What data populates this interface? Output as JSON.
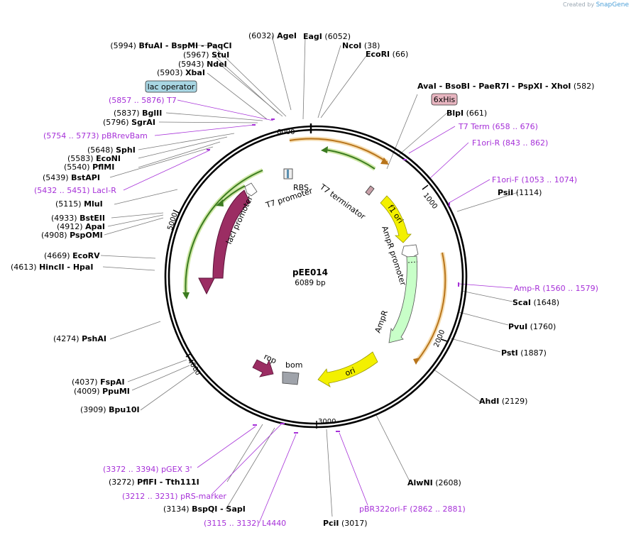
{
  "credit": {
    "created_by": "Created by",
    "product": "SnapGene"
  },
  "plasmid": {
    "name": "pEE014",
    "length": "6089 bp"
  },
  "ticks": [
    "1000",
    "2000",
    "3000",
    "4000",
    "5000",
    "6000"
  ],
  "sites": [
    {
      "name": "BfuAI - BspMI - PaqCI",
      "pos": "(5994)"
    },
    {
      "name": "AgeI",
      "pos": "(6032)"
    },
    {
      "name": "StuI",
      "pos": "(5967)"
    },
    {
      "name": "NdeI",
      "pos": "(5943)"
    },
    {
      "name": "XbaI",
      "pos": "(5903)"
    },
    {
      "name": "EagI",
      "pos": "(6052)"
    },
    {
      "name": "NcoI",
      "pos": "(38)"
    },
    {
      "name": "EcoRI",
      "pos": "(66)"
    },
    {
      "name": "AvaI - BsoBI - PaeR7I - PspXI - XhoI",
      "pos": "(582)"
    },
    {
      "name": "BlpI",
      "pos": "(661)"
    },
    {
      "name": "PsiI",
      "pos": "(1114)"
    },
    {
      "name": "ScaI",
      "pos": "(1648)"
    },
    {
      "name": "PvuI",
      "pos": "(1760)"
    },
    {
      "name": "PstI",
      "pos": "(1887)"
    },
    {
      "name": "AhdI",
      "pos": "(2129)"
    },
    {
      "name": "AlwNI",
      "pos": "(2608)"
    },
    {
      "name": "PciI",
      "pos": "(3017)"
    },
    {
      "name": "BspQI - SapI",
      "pos": "(3134)"
    },
    {
      "name": "PflFI - Tth111I",
      "pos": "(3272)"
    },
    {
      "name": "Bpu10I",
      "pos": "(3909)"
    },
    {
      "name": "PpuMI",
      "pos": "(4009)"
    },
    {
      "name": "FspAI",
      "pos": "(4037)"
    },
    {
      "name": "PshAI",
      "pos": "(4274)"
    },
    {
      "name": "HincII - HpaI",
      "pos": "(4613)"
    },
    {
      "name": "EcoRV",
      "pos": "(4669)"
    },
    {
      "name": "PspOMI",
      "pos": "(4908)"
    },
    {
      "name": "ApaI",
      "pos": "(4912)"
    },
    {
      "name": "BstEII",
      "pos": "(4933)"
    },
    {
      "name": "MluI",
      "pos": "(5115)"
    },
    {
      "name": "BstAPI",
      "pos": "(5439)"
    },
    {
      "name": "PflMI",
      "pos": "(5540)"
    },
    {
      "name": "EcoNI",
      "pos": "(5583)"
    },
    {
      "name": "SphI",
      "pos": "(5648)"
    },
    {
      "name": "SgrAI",
      "pos": "(5796)"
    },
    {
      "name": "BglII",
      "pos": "(5837)"
    }
  ],
  "primers": [
    {
      "range": "(5857 .. 5876)",
      "name": "T7"
    },
    {
      "range": "(5754 .. 5773)",
      "name": "pBRrevBam"
    },
    {
      "range": "(5432 .. 5451)",
      "name": "LacI-R"
    },
    {
      "name": "T7 Term",
      "range": "(658 .. 676)"
    },
    {
      "name": "F1ori-R",
      "range": "(843 .. 862)"
    },
    {
      "name": "F1ori-F",
      "range": "(1053 .. 1074)"
    },
    {
      "name": "Amp-R",
      "range": "(1560 .. 1579)"
    },
    {
      "name": "pBR322ori-F",
      "range": "(2862 .. 2881)"
    },
    {
      "range": "(3372 .. 3394)",
      "name": "pGEX 3'"
    },
    {
      "range": "(3212 .. 3231)",
      "name": "pRS-marker"
    },
    {
      "range": "(3115 .. 3132)",
      "name": "L4440"
    }
  ],
  "boxed": {
    "lac_operator": "lac operator",
    "his": "6xHis"
  },
  "features": {
    "laci": "lacI",
    "laci_promoter": "lacI promoter",
    "f1_ori": "f1 ori",
    "ampr_promoter": "AmpR promoter",
    "ampr": "AmpR",
    "ori": "ori",
    "rop": "rop",
    "bom": "bom",
    "rbs": "RBS",
    "t7_promoter": "T7 promoter",
    "t7_terminator": "T7 terminator"
  },
  "colors": {
    "primer": "#a630d8",
    "enzyme": "#000000",
    "laci": "#9b2d63",
    "f1ori": "#f3f000",
    "ampr": "#c8ffc8",
    "green_arc": "#6aa83a",
    "orange_arc": "#d48a2a"
  }
}
